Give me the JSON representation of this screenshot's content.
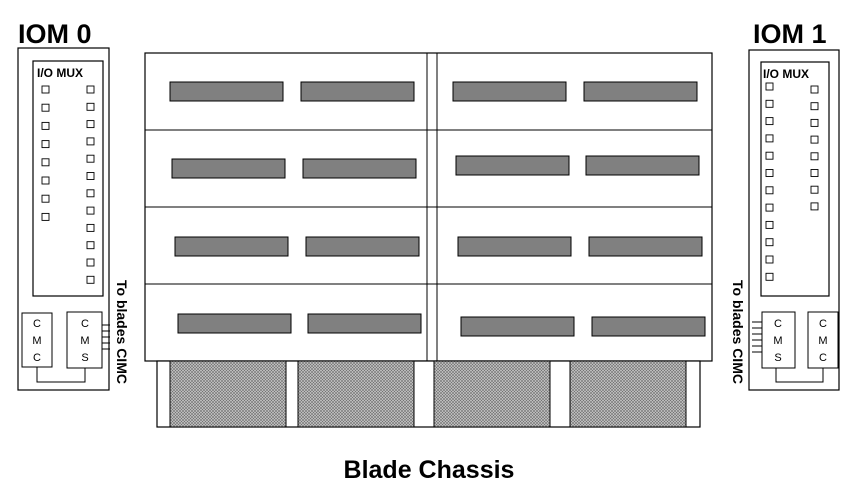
{
  "iom0": {
    "title": "IOM 0",
    "mux_label": "I/O MUX",
    "cmc_letters": [
      "C",
      "M",
      "C"
    ],
    "cms_letters": [
      "C",
      "M",
      "S"
    ],
    "side_label": "To blades CIMC"
  },
  "iom1": {
    "title": "IOM 1",
    "mux_label": "I/O MUX",
    "cms_letters": [
      "C",
      "M",
      "S"
    ],
    "cmc_letters": [
      "C",
      "M",
      "C"
    ],
    "side_label": "To blades CIMC"
  },
  "chassis": {
    "caption": "Blade Chassis"
  },
  "colors": {
    "slot_fill": "#808080",
    "outline": "#000000",
    "mesh": "#9a9a9a",
    "background": "#ffffff"
  }
}
